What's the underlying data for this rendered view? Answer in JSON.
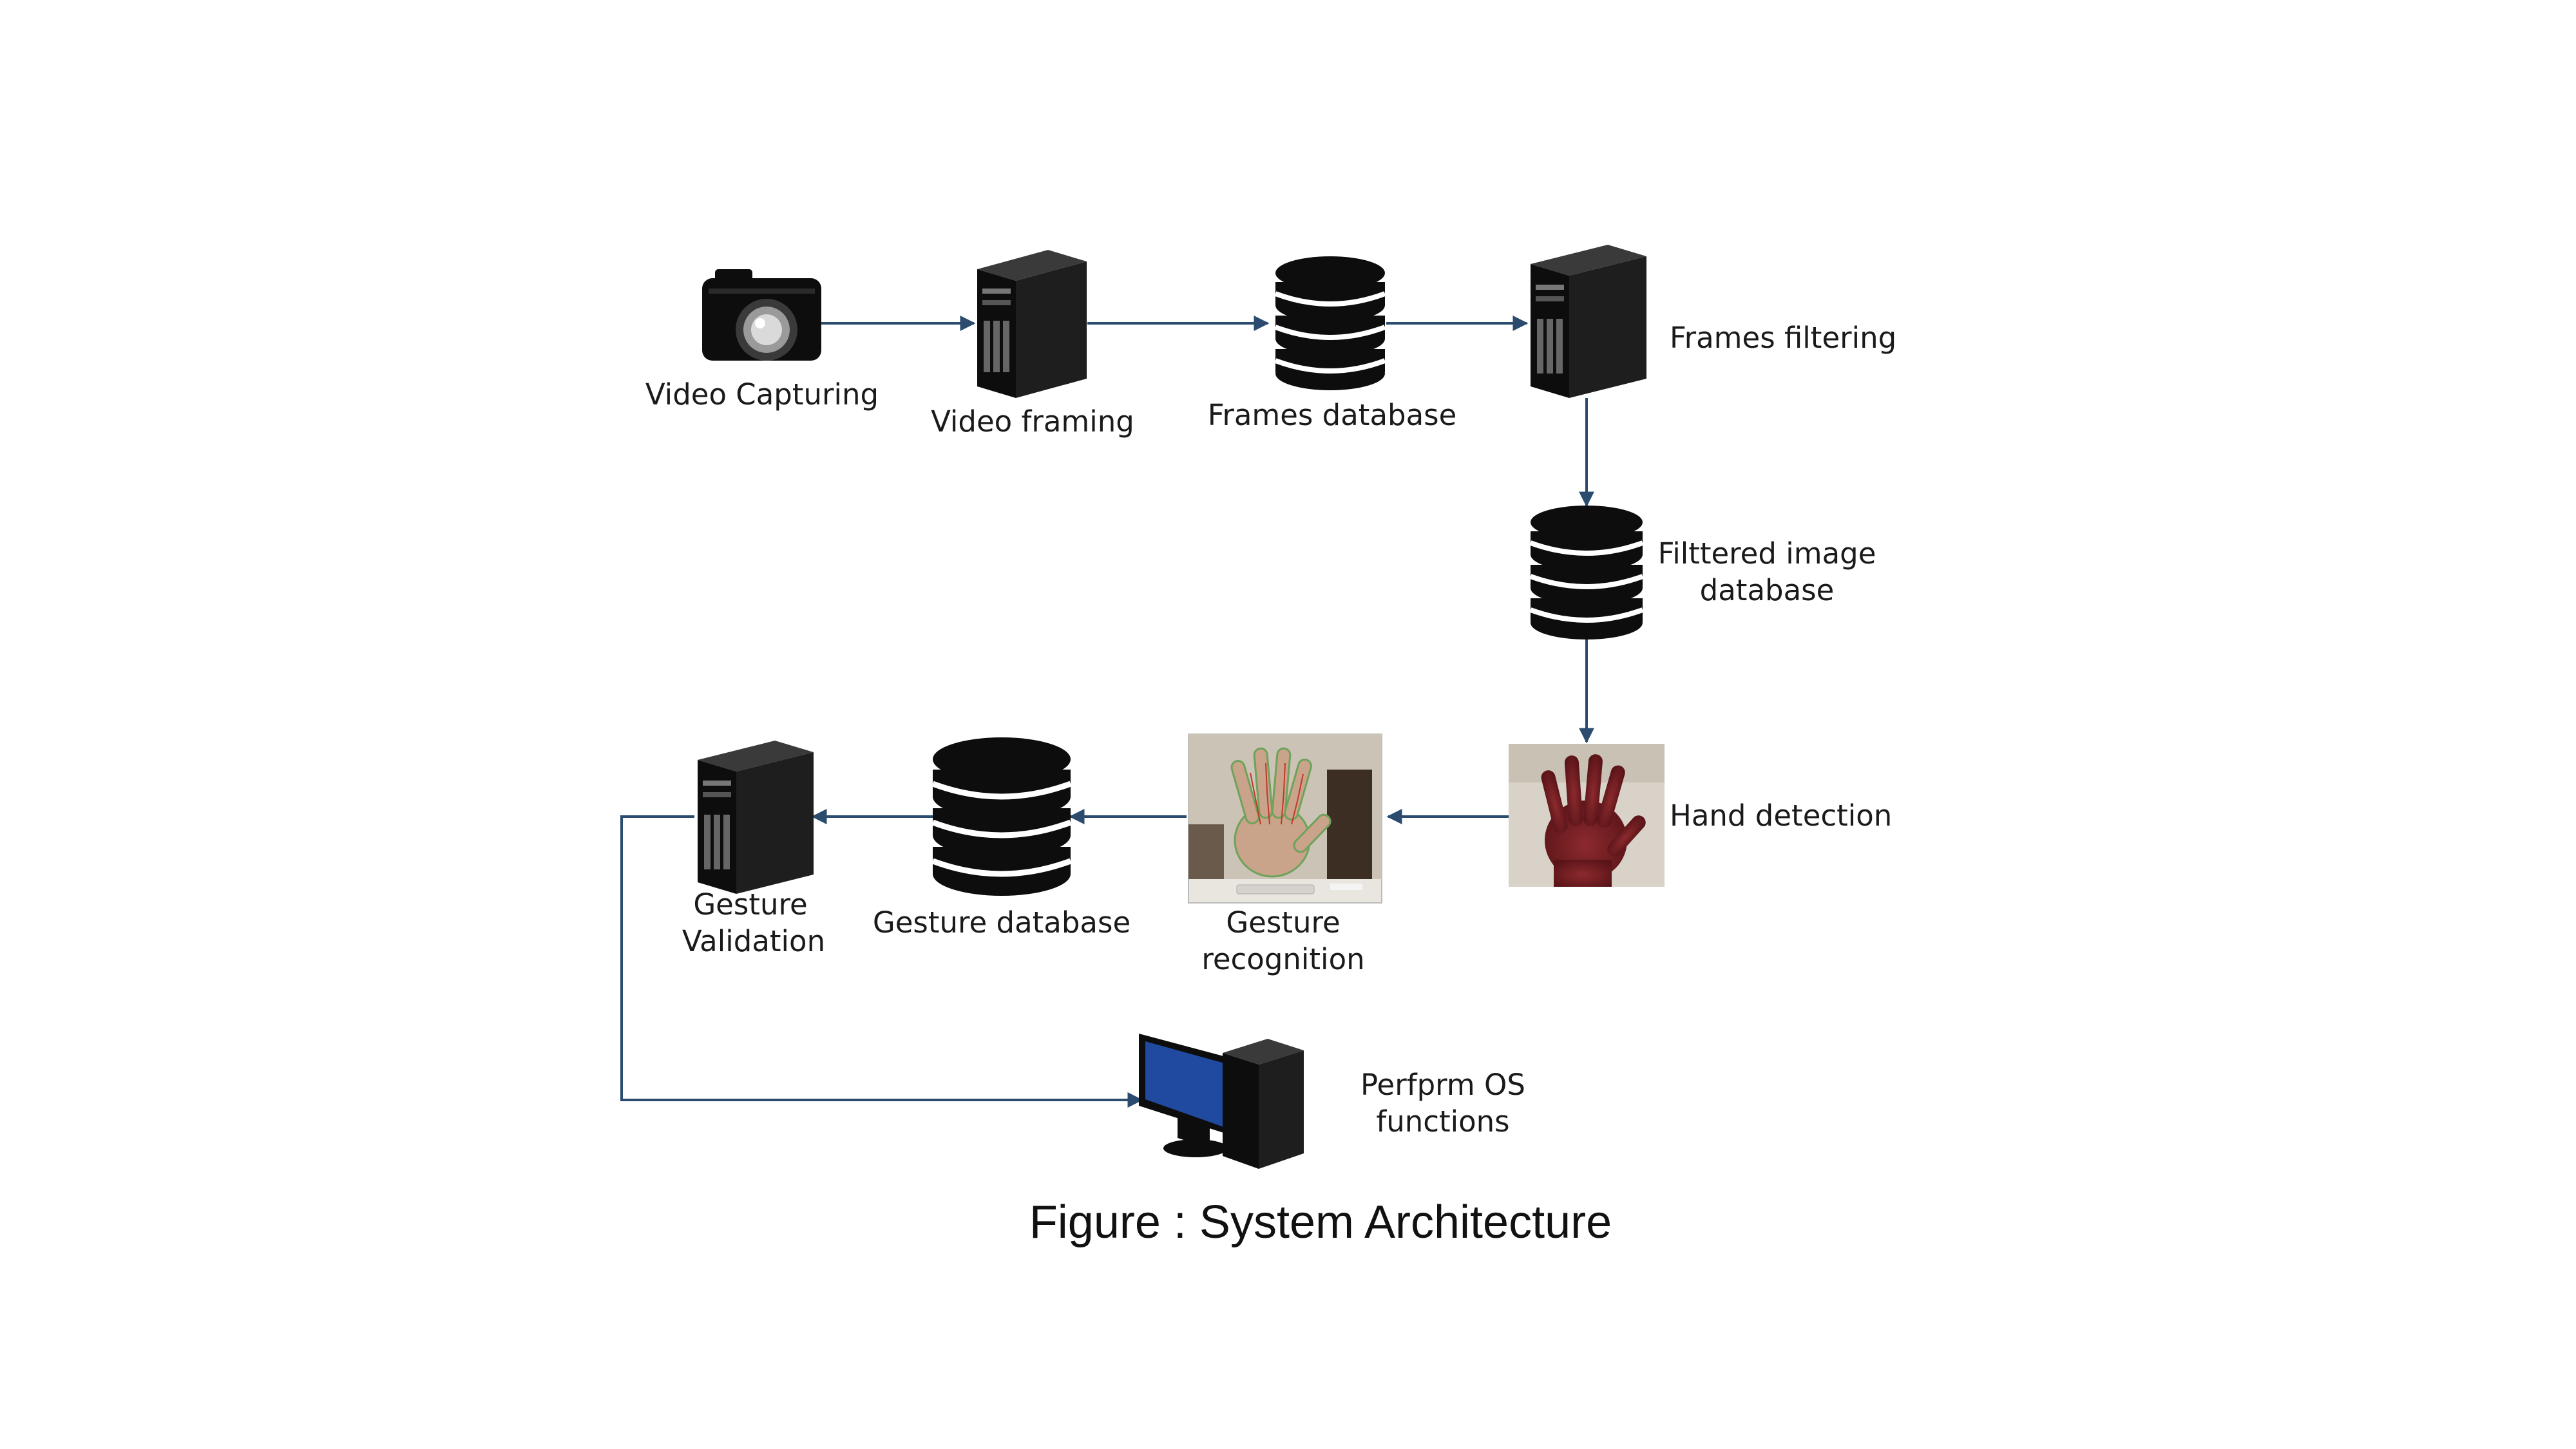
{
  "colors": {
    "arrow": "#2b4c6e",
    "icon_dark": "#0d0d0d",
    "monitor_screen": "#1f4aa0",
    "skin": "#7a1f24"
  },
  "nodes": {
    "video_capturing": {
      "label": "Video Capturing",
      "icon": "camera-icon"
    },
    "video_framing": {
      "label": "Video framing",
      "icon": "server-tower-icon"
    },
    "frames_database": {
      "label": "Frames database",
      "icon": "database-icon"
    },
    "frames_filtering": {
      "label": "Frames filtering",
      "icon": "server-tower-icon"
    },
    "filtered_image_database": {
      "label_lines": [
        "Filttered image",
        "database"
      ],
      "icon": "database-icon"
    },
    "hand_detection": {
      "label": "Hand detection",
      "icon": "hand-photo-icon"
    },
    "gesture_recognition": {
      "label_lines": [
        "Gesture",
        "recognition"
      ],
      "icon": "hand-landmark-screenshot-icon"
    },
    "gesture_database": {
      "label": "Gesture database",
      "icon": "database-icon"
    },
    "gesture_validation": {
      "label_lines": [
        "Gesture",
        "Validation"
      ],
      "icon": "server-tower-icon"
    },
    "perform_os_functions": {
      "label_lines": [
        "Perfprm OS",
        "functions"
      ],
      "icon": "desktop-computer-icon"
    }
  },
  "edges": [
    {
      "from": "video_capturing",
      "to": "video_framing"
    },
    {
      "from": "video_framing",
      "to": "frames_database"
    },
    {
      "from": "frames_database",
      "to": "frames_filtering"
    },
    {
      "from": "frames_filtering",
      "to": "filtered_image_database"
    },
    {
      "from": "filtered_image_database",
      "to": "hand_detection"
    },
    {
      "from": "hand_detection",
      "to": "gesture_recognition"
    },
    {
      "from": "gesture_recognition",
      "to": "gesture_database"
    },
    {
      "from": "gesture_database",
      "to": "gesture_validation"
    },
    {
      "from": "gesture_validation",
      "to": "perform_os_functions"
    }
  ],
  "caption": "Figure : System Architecture"
}
